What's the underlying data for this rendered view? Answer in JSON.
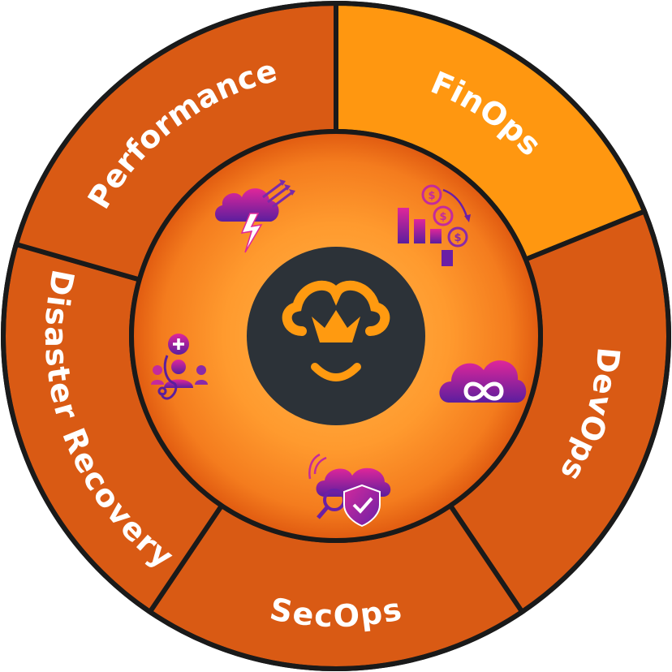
{
  "segments": [
    {
      "id": "performance",
      "label": "Performance",
      "color": "#D95A14",
      "icon": "cloud-lightning-growth-icon"
    },
    {
      "id": "finops",
      "label": "FinOps",
      "color": "#FF9710",
      "icon": "cost-savings-chart-icon"
    },
    {
      "id": "devops",
      "label": "DevOps",
      "color": "#D95A14",
      "icon": "cloud-infinity-icon"
    },
    {
      "id": "secops",
      "label": "SecOps",
      "color": "#D95A14",
      "icon": "cloud-security-shield-icon"
    },
    {
      "id": "disaster",
      "label": "Disaster Recovery",
      "color": "#D95A14",
      "icon": "health-monitoring-icon"
    }
  ],
  "center": {
    "logo": "crowned-face-logo-icon",
    "bg_color": "#2C3238",
    "accent": "#FF9A10"
  },
  "colors": {
    "outline": "#1A1A1A",
    "ring_inner": "#FF9A2E",
    "ring_outer": "#E05A10",
    "icon_gradient_top": "#E0269A",
    "icon_gradient_bottom": "#5B1E9E"
  }
}
